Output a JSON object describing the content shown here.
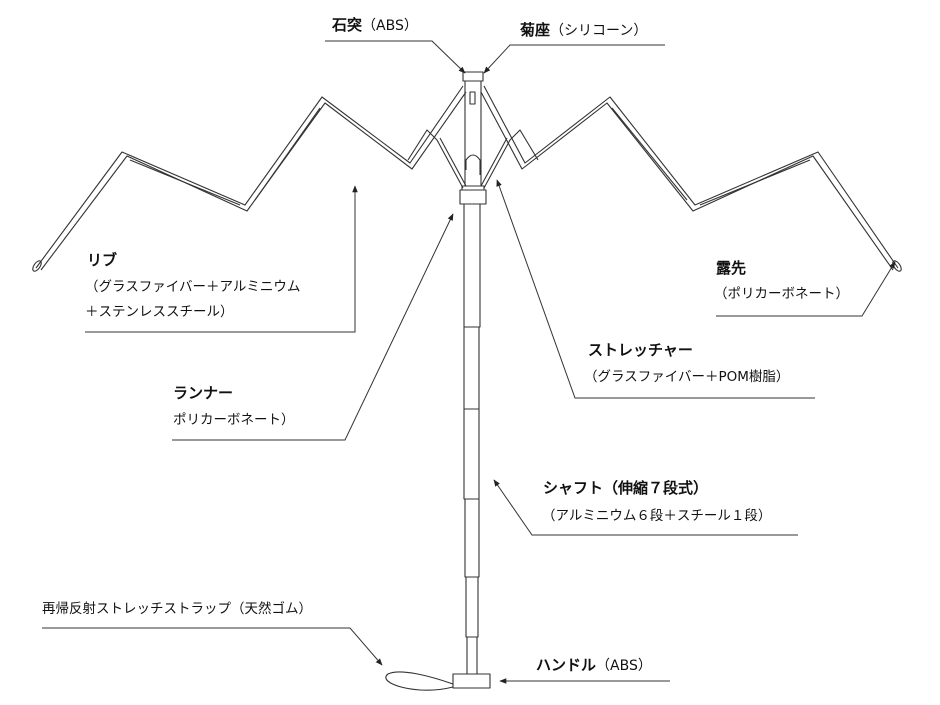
{
  "title": "Umbrella parts diagram",
  "labels": {
    "tip": {
      "name": "石突",
      "material": "（ABS）"
    },
    "top_notch": {
      "name": "菊座",
      "material": "（シリコーン）"
    },
    "rib": {
      "name": "リブ",
      "material_line1": "（グラスファイバー＋アルミニウム",
      "material_line2": "＋ステンレススチール）"
    },
    "rib_tip": {
      "name": "露先",
      "material": "（ポリカーボネート）"
    },
    "stretcher": {
      "name": "ストレッチャー",
      "material": "（グラスファイバー＋POM樹脂）"
    },
    "runner": {
      "name": "ランナー",
      "material": "ポリカーボネート）"
    },
    "shaft": {
      "name": "シャフト（伸縮７段式）",
      "material": "（アルミニウム６段＋スチール１段）"
    },
    "strap": {
      "name": "再帰反射ストレッチストラップ（天然ゴム）"
    },
    "handle": {
      "name": "ハンドル",
      "material": "（ABS）"
    }
  },
  "colors": {
    "line": "#333333",
    "text": "#111111"
  }
}
